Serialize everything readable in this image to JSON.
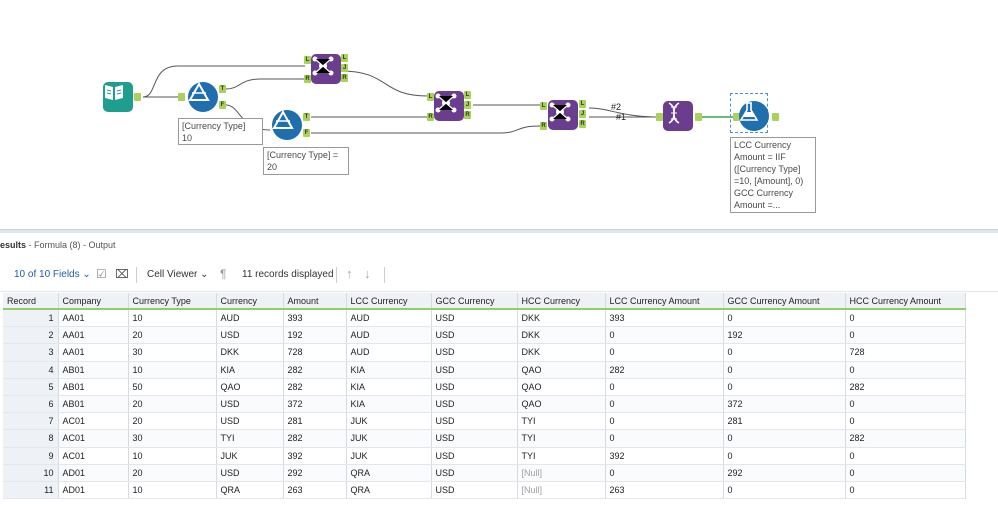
{
  "canvas": {
    "annotations": {
      "filter1": [
        "[Currency Type]",
        "10"
      ],
      "filter2": [
        "[Currency Type] =",
        "20"
      ],
      "formula": [
        "LCC Currency",
        "Amount = IIF",
        "([Currency Type]",
        "=10, [Amount], 0)",
        "GCC Currency",
        "Amount =..."
      ]
    },
    "connection_labels": {
      "c2": "#2",
      "c1": "#1"
    },
    "anchor_labels": {
      "T": "T",
      "F": "F",
      "L": "L",
      "J": "J",
      "R": "R"
    }
  },
  "results": {
    "title_prefix": "esults",
    "title_suffix": " - Formula (8) - Output"
  },
  "toolbar": {
    "fields_label": "10 of 10 Fields",
    "viewer_label": "Cell Viewer",
    "records_label": "11 records displayed"
  },
  "table": {
    "columns": [
      "Record",
      "Company",
      "Currency Type",
      "Currency",
      "Amount",
      "LCC Currency",
      "GCC Currency",
      "HCC Currency",
      "LCC Currency Amount",
      "GCC Currency Amount",
      "HCC Currency Amount"
    ],
    "rows": [
      [
        "1",
        "AA01",
        "10",
        "AUD",
        "393",
        "AUD",
        "USD",
        "DKK",
        "393",
        "0",
        "0"
      ],
      [
        "2",
        "AA01",
        "20",
        "USD",
        "192",
        "AUD",
        "USD",
        "DKK",
        "0",
        "192",
        "0"
      ],
      [
        "3",
        "AA01",
        "30",
        "DKK",
        "728",
        "AUD",
        "USD",
        "DKK",
        "0",
        "0",
        "728"
      ],
      [
        "4",
        "AB01",
        "10",
        "KIA",
        "282",
        "KIA",
        "USD",
        "QAO",
        "282",
        "0",
        "0"
      ],
      [
        "5",
        "AB01",
        "50",
        "QAO",
        "282",
        "KIA",
        "USD",
        "QAO",
        "0",
        "0",
        "282"
      ],
      [
        "6",
        "AB01",
        "20",
        "USD",
        "372",
        "KIA",
        "USD",
        "QAO",
        "0",
        "372",
        "0"
      ],
      [
        "7",
        "AC01",
        "20",
        "USD",
        "281",
        "JUK",
        "USD",
        "TYI",
        "0",
        "281",
        "0"
      ],
      [
        "8",
        "AC01",
        "30",
        "TYI",
        "282",
        "JUK",
        "USD",
        "TYI",
        "0",
        "0",
        "282"
      ],
      [
        "9",
        "AC01",
        "10",
        "JUK",
        "392",
        "JUK",
        "USD",
        "TYI",
        "392",
        "0",
        "0"
      ],
      [
        "10",
        "AD01",
        "20",
        "USD",
        "292",
        "QRA",
        "USD",
        "[Null]",
        "0",
        "292",
        "0"
      ],
      [
        "11",
        "AD01",
        "10",
        "QRA",
        "263",
        "QRA",
        "USD",
        "[Null]",
        "263",
        "0",
        "0"
      ]
    ]
  },
  "colors": {
    "input_tool": "#1e9e8e",
    "filter_tool": "#1f6fae",
    "join_tool": "#6a3d8f",
    "transpose_tool": "#6a3d8f",
    "formula_tool": "#1f6fae",
    "anchor": "#a9d15b",
    "selection": "#4a8fd8",
    "header_underline": "#8fcf6a"
  }
}
